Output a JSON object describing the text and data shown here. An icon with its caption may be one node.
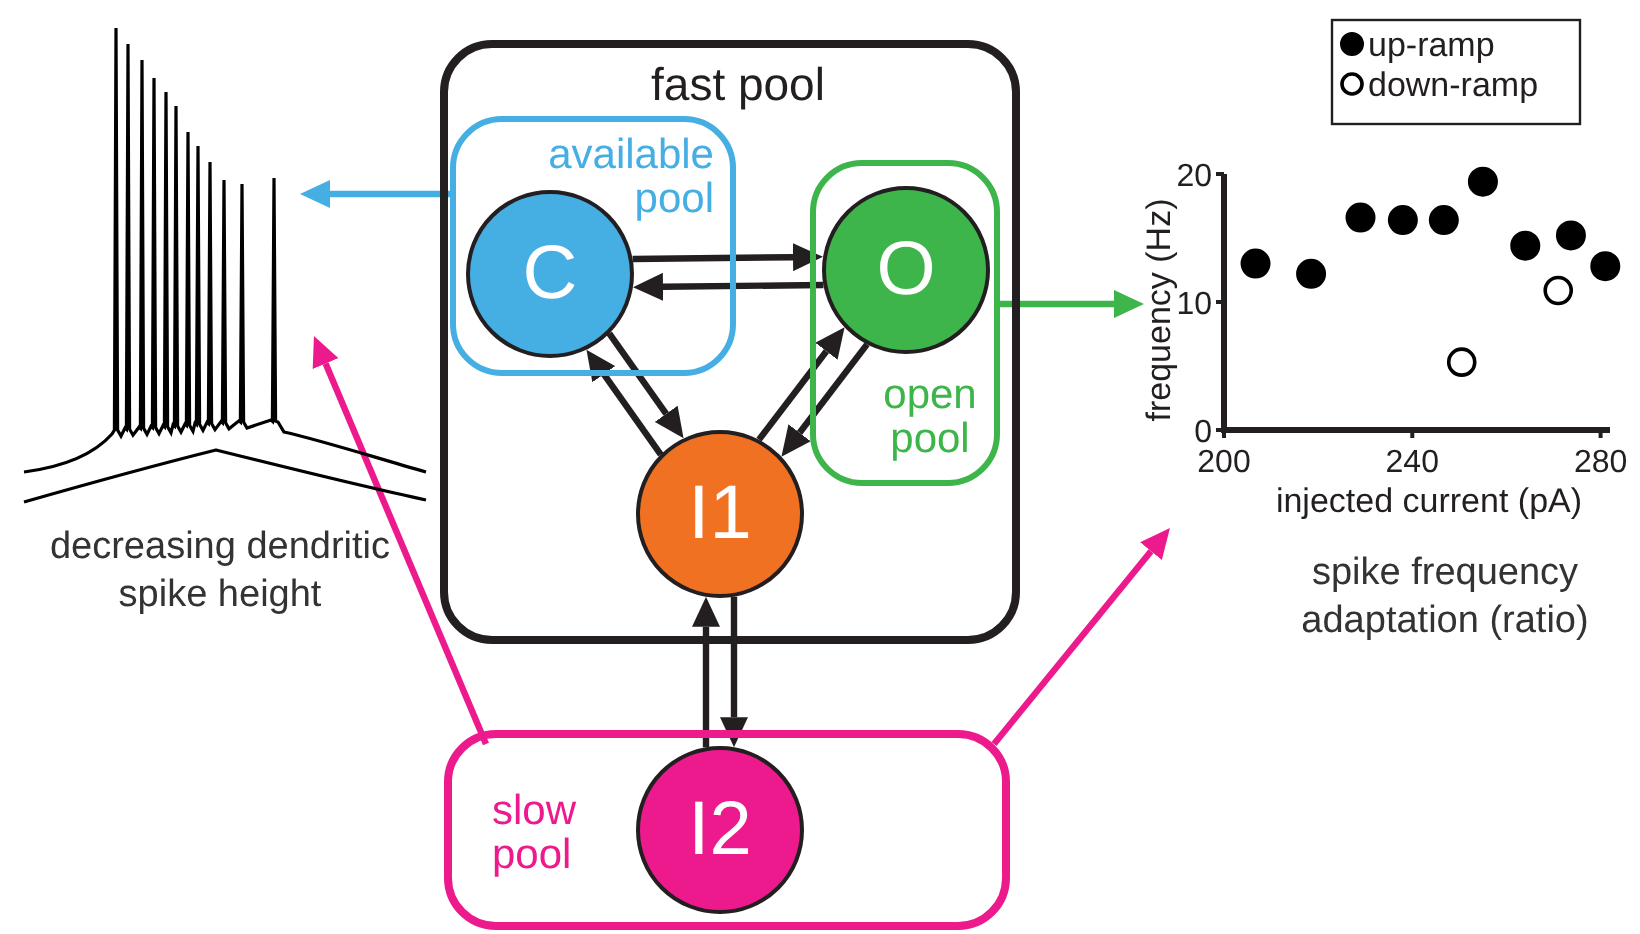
{
  "diagram": {
    "nodes": [
      {
        "text": [
          "fast pool"
        ]
      },
      {
        "text": [
          "available pool"
        ],
        "in": 0
      },
      {
        "text": [
          "C"
        ],
        "in": 1
      },
      {
        "text": [
          "open pool"
        ],
        "in": 0
      },
      {
        "text": [
          "O"
        ],
        "in": 3
      },
      {
        "text": [
          "I1"
        ],
        "in": 0
      },
      {
        "text": [
          "slow pool"
        ]
      },
      {
        "text": [
          "I2"
        ],
        "in": 6
      },
      {
        "text": [],
        "shape": "picture",
        "beside": [
          "decreasing dendritic spike height"
        ]
      },
      {
        "text": [],
        "shape": "chart",
        "beside": [
          "spike frequency adaptation (ratio)"
        ]
      }
    ],
    "edges": [
      {
        "from": 1,
        "to": 8,
        "arrow": "to",
        "color": "#45aee2"
      },
      {
        "from": 3,
        "to": 9,
        "arrow": "to",
        "color": "#3db54a"
      },
      {
        "from": 6,
        "to": 8,
        "arrow": "to",
        "color": "#ec1a8c"
      },
      {
        "from": 6,
        "to": 9,
        "arrow": "to",
        "color": "#ec1a8c"
      },
      {
        "from": 2,
        "to": 4,
        "arrow": "to"
      },
      {
        "from": 4,
        "to": 2,
        "arrow": "to"
      },
      {
        "from": 2,
        "to": 5,
        "arrow": "to"
      },
      {
        "from": 5,
        "to": 2,
        "arrow": "to"
      },
      {
        "from": 5,
        "to": 4,
        "arrow": "to"
      },
      {
        "from": 4,
        "to": 5,
        "arrow": "to"
      },
      {
        "from": 7,
        "to": 5,
        "arrow": "to"
      },
      {
        "from": 5,
        "to": 7,
        "arrow": "to"
      }
    ],
    "chart_data": {
      "type": "scatter",
      "xlabel": "injected current (pA)",
      "ylabel": "frequency (Hz)",
      "x": [
        206.7,
        218.5,
        229,
        238,
        246.7,
        250.5,
        255,
        264,
        271,
        273.7,
        281
      ],
      "series": [
        {
          "name": "up-ramp",
          "color": "#000000",
          "values": [
            13.0,
            12.2,
            16.6,
            16.4,
            16.4,
            null,
            19.4,
            14.4,
            null,
            15.2,
            12.8
          ]
        },
        {
          "name": "down-ramp",
          "color": "#000000",
          "values": [
            null,
            null,
            null,
            null,
            null,
            5.3,
            null,
            null,
            10.9,
            null,
            null
          ]
        }
      ],
      "legend": "upper right",
      "xlim": [
        200,
        282
      ],
      "ylim": [
        0,
        20
      ],
      "xticks": [
        200,
        240,
        280
      ],
      "yticks": [
        0,
        10,
        20
      ]
    }
  }
}
